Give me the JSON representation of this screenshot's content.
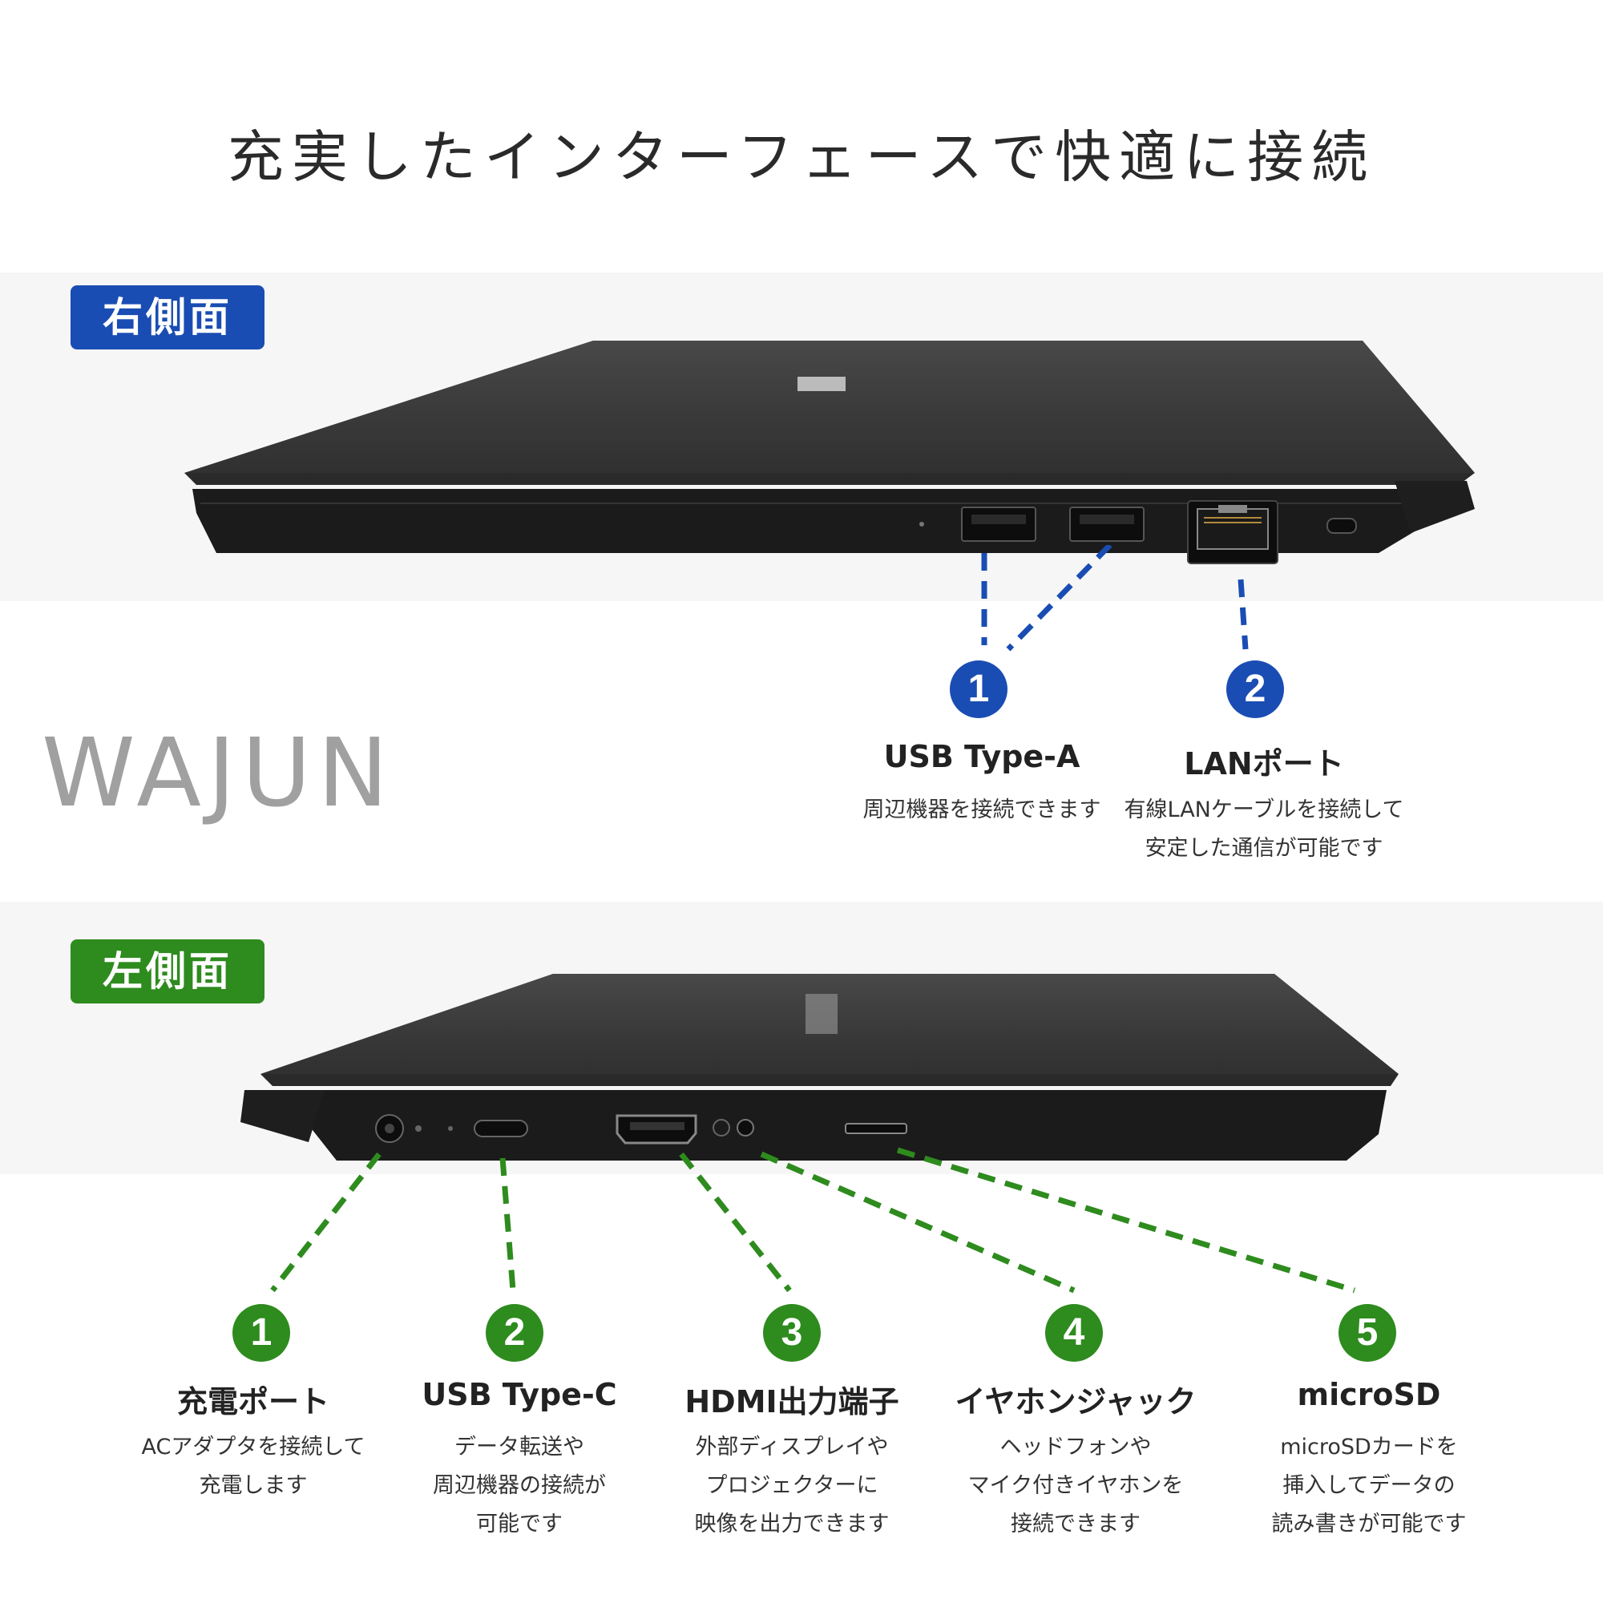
{
  "title": "充実したインターフェースで快適に接続",
  "logo": "WAJUN",
  "colors": {
    "right_accent": "#1a4db3",
    "left_accent": "#2e8b1e"
  },
  "right_side": {
    "badge": "右側面",
    "ports": [
      {
        "num": "1",
        "name": "USB Type-A",
        "desc": "周辺機器を接続できます"
      },
      {
        "num": "2",
        "name": "LANポート",
        "desc": "有線LANケーブルを接続して\n安定した通信が可能です"
      }
    ]
  },
  "left_side": {
    "badge": "左側面",
    "ports": [
      {
        "num": "1",
        "name": "充電ポート",
        "desc": "ACアダプタを接続して\n充電します"
      },
      {
        "num": "2",
        "name": "USB Type-C",
        "desc": "データ転送や\n周辺機器の接続が\n可能です"
      },
      {
        "num": "3",
        "name": "HDMI出力端子",
        "desc": "外部ディスプレイや\nプロジェクターに\n映像を出力できます"
      },
      {
        "num": "4",
        "name": "イヤホンジャック",
        "desc": "ヘッドフォンや\nマイク付きイヤホンを\n接続できます"
      },
      {
        "num": "5",
        "name": "microSD",
        "desc": "microSDカードを\n挿入してデータの\n読み書きが可能です"
      }
    ]
  }
}
